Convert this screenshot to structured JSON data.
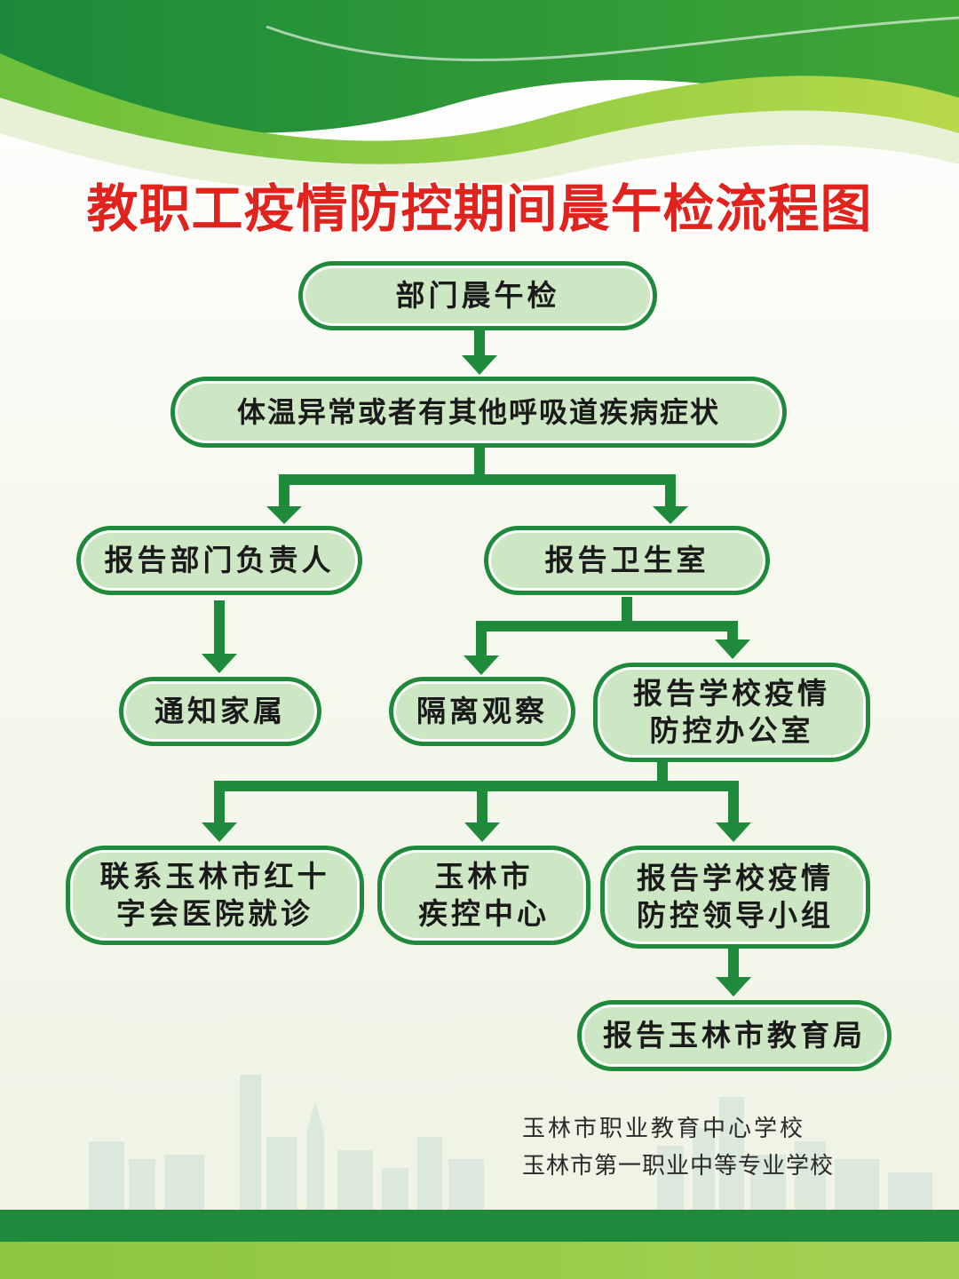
{
  "title": "教职工疫情防控期间晨午检流程图",
  "colors": {
    "title": "#e0231c",
    "node_border": "#1f8a3b",
    "node_fill": "#cde6c3",
    "arrow": "#1f8a3b"
  },
  "nodes": {
    "dept_check": "部门晨午检",
    "symptoms": "体温异常或者有其他呼吸道疾病症状",
    "report_dept_head": "报告部门负责人",
    "report_clinic": "报告卫生室",
    "notify_family": "通知家属",
    "isolation": "隔离观察",
    "report_office": "报告学校疫情\n防控办公室",
    "hospital": "联系玉林市红十\n字会医院就诊",
    "cdc": "玉林市\n疾控中心",
    "report_leader_group": "报告学校疫情\n防控领导小组",
    "report_edu_bureau": "报告玉林市教育局"
  },
  "footer": {
    "line1": "玉林市职业教育中心学校",
    "line2": "玉林市第一职业中等专业学校"
  }
}
